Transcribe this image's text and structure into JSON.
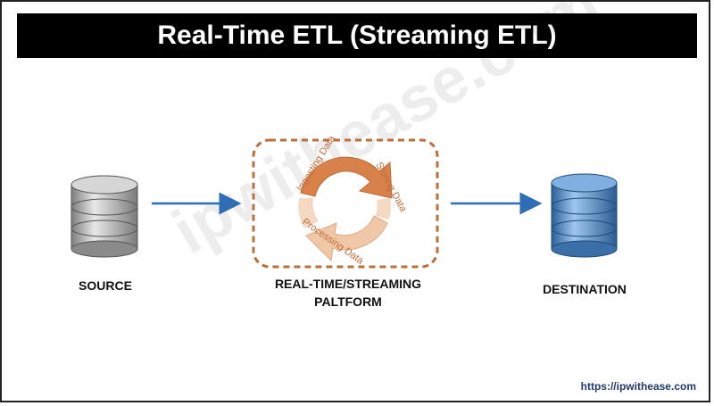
{
  "title": "Real-Time ETL (Streaming ETL)",
  "watermark": "ipwithease.com",
  "nodes": {
    "source": {
      "label": "SOURCE"
    },
    "platform": {
      "label_line1": "REAL-TIME/STREAMING",
      "label_line2": "PALTFORM",
      "cycle_steps": [
        "Ingesting Data",
        "Storing Data",
        "Processing Data"
      ]
    },
    "destination": {
      "label": "DESTINATION"
    }
  },
  "footer": {
    "link_text": "https://ipwithease.com"
  },
  "colors": {
    "title_bg": "#000000",
    "arrow": "#2f6db5",
    "source_db": "#9a9a9a",
    "destination_db": "#3f77b2",
    "cycle_orange": "#d8824a",
    "cycle_light": "#f0c8a8",
    "dash_border": "#b8703f"
  }
}
